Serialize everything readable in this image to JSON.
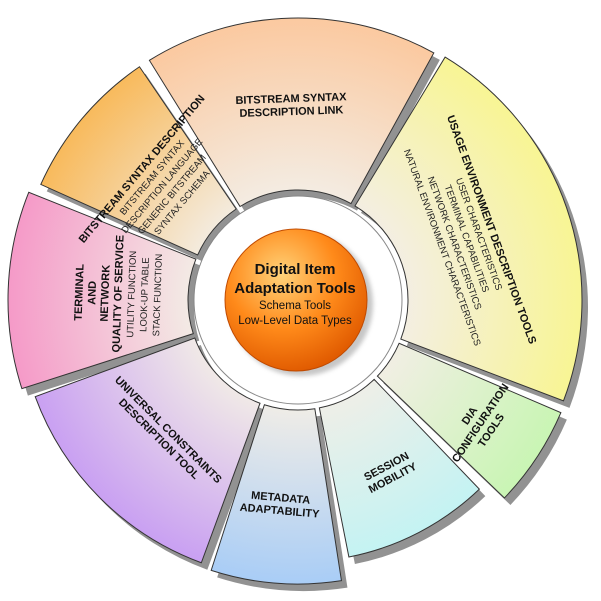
{
  "center": {
    "title_line1": "Digital Item",
    "title_line2": "Adaptation Tools",
    "sub_line1": "Schema Tools",
    "sub_line2": "Low-Level Data Types",
    "color_light": "#ffd37a",
    "color_mid": "#ff8a1a",
    "color_dark": "#e05a00"
  },
  "segments": [
    {
      "id": "bitstream-syntax-description-link",
      "title": [
        "BITSTREAM SYNTAX",
        "DESCRIPTION LINK"
      ],
      "items": [],
      "color": "#fbc9a0"
    },
    {
      "id": "usage-environment-description-tools",
      "title": [
        "USAGE ENVIRONMENT DESCRIPTION TOOLS"
      ],
      "items": [
        "USER CHARACTERISTICS",
        "TERMINAL CAPABILITIES",
        "NETWORK CHARACTERISTICS",
        "NATURAL ENVIRONMENT CHARACTERISTICS"
      ],
      "color": "#f8f594"
    },
    {
      "id": "dia-configuration-tools",
      "title": [
        "DIA",
        "CONFIGURATION",
        "TOOLS"
      ],
      "items": [],
      "color": "#c9f5b4"
    },
    {
      "id": "session-mobility",
      "title": [
        "SESSION",
        "MOBILITY"
      ],
      "items": [],
      "color": "#c4f3f3"
    },
    {
      "id": "metadata-adaptability",
      "title": [
        "METADATA",
        "ADAPTABILITY"
      ],
      "items": [],
      "color": "#a9cdf6"
    },
    {
      "id": "universal-constraints-description-tool",
      "title": [
        "UNIVERSAL CONSTRAINTS",
        "DESCRIPTION TOOL"
      ],
      "items": [],
      "color": "#c9a0f2"
    },
    {
      "id": "terminal-and-network-quality-of-service",
      "title": [
        "TERMINAL",
        "AND",
        "NETWORK",
        "QUALITY OF SERVICE"
      ],
      "items": [
        "UTILITY FUNCTION",
        "LOOK-UP TABLE",
        "STACK FUNCTION"
      ],
      "color": "#f59ac8"
    },
    {
      "id": "bitstream-syntax-description",
      "title": [
        "BITSTREAM SYNTAX DESCRIPTION"
      ],
      "items": [
        "BITSTREAM SYNTAX",
        "DESCRIPTION LANGUAGE",
        "GENERIC BITSTREAM",
        "SYNTAX SCHEMA"
      ],
      "color": "#f8ba5c"
    }
  ]
}
